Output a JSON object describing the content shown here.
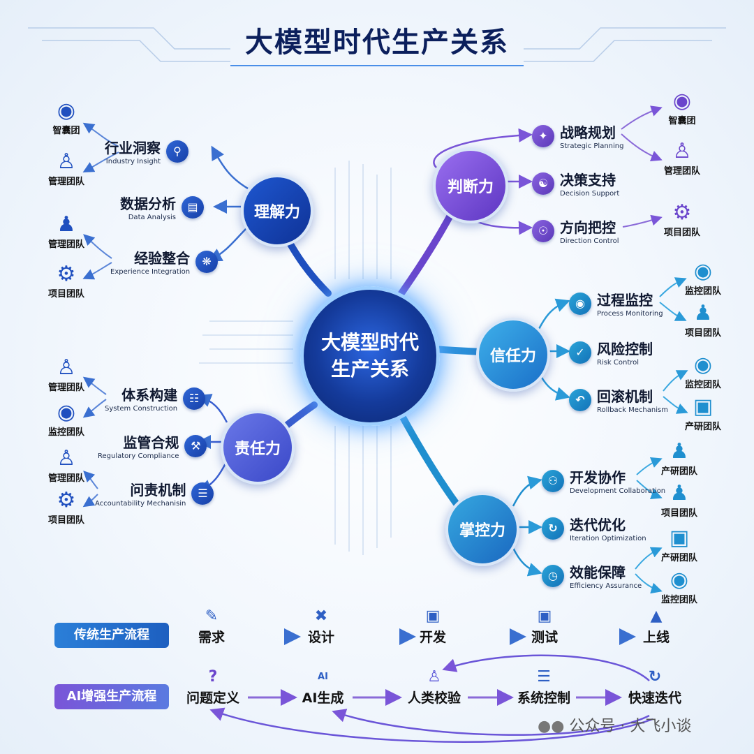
{
  "title": "大模型时代生产关系",
  "center": {
    "line1": "大模型时代",
    "line2": "生产关系"
  },
  "hubs": {
    "understand": "理解力",
    "judge": "判断力",
    "trust": "信任力",
    "responsibility": "责任力",
    "control": "掌控力"
  },
  "understand_items": [
    {
      "cn": "行业洞察",
      "en": "Industry Insight"
    },
    {
      "cn": "数据分析",
      "en": "Data Analysis"
    },
    {
      "cn": "经验整合",
      "en": "Experience Integration"
    }
  ],
  "understand_teams": [
    "智囊团",
    "管理团队",
    "管理团队",
    "项目团队"
  ],
  "judge_items": [
    {
      "cn": "战略规划",
      "en": "Strategic Planning"
    },
    {
      "cn": "决策支持",
      "en": "Decision Support"
    },
    {
      "cn": "方向把控",
      "en": "Direction Control"
    }
  ],
  "judge_teams": [
    "智囊团",
    "管理团队",
    "项目团队"
  ],
  "trust_items": [
    {
      "cn": "过程监控",
      "en": "Process Monitoring"
    },
    {
      "cn": "风险控制",
      "en": "Risk Control"
    },
    {
      "cn": "回滚机制",
      "en": "Rollback Mechanism"
    }
  ],
  "trust_teams": [
    "监控团队",
    "项目团队",
    "监控团队",
    "产研团队"
  ],
  "resp_items": [
    {
      "cn": "体系构建",
      "en": "System Construction"
    },
    {
      "cn": "监管合规",
      "en": "Regulatory Compliance"
    },
    {
      "cn": "问责机制",
      "en": "Accountability Mechanisin"
    }
  ],
  "resp_teams": [
    "管理团队",
    "监控团队",
    "管理团队",
    "项目团队"
  ],
  "control_items": [
    {
      "cn": "开发协作",
      "en": "Development Collaboration"
    },
    {
      "cn": "迭代优化",
      "en": "Iteration Optimization"
    },
    {
      "cn": "效能保障",
      "en": "Efficiency Assurance"
    }
  ],
  "control_teams": [
    "产研团队",
    "项目团队",
    "产研团队",
    "监控团队"
  ],
  "flows": {
    "traditional_label": "传统生产流程",
    "traditional_steps": [
      "需求",
      "设计",
      "开发",
      "测试",
      "上线"
    ],
    "ai_label": "AI增强生产流程",
    "ai_steps": [
      "问题定义",
      "AI生成",
      "人类校验",
      "系统控制",
      "快速迭代"
    ],
    "ai_chip_text": "AI"
  },
  "watermark": "公众号 · 大飞小谈",
  "colors": {
    "navy": "#0b1f5c",
    "blue": "#1d4fc4",
    "purple": "#6a45cc",
    "teal": "#1f8fcf"
  }
}
